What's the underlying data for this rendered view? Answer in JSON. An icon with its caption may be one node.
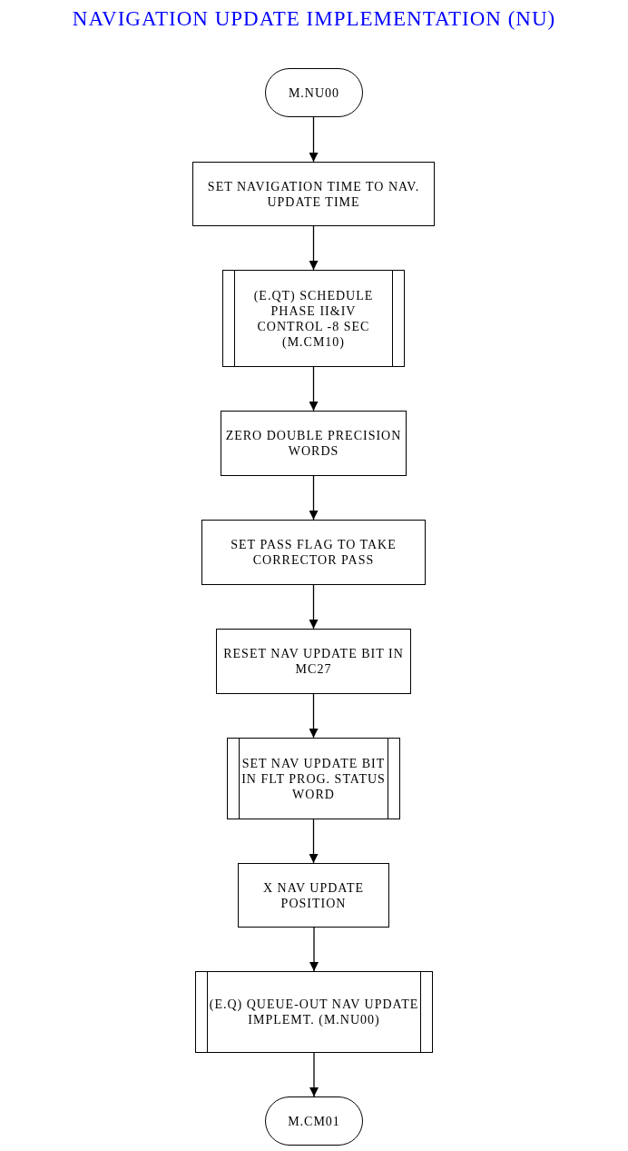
{
  "diagram": {
    "title": "NAVIGATION UPDATE IMPLEMENTATION (NU)",
    "nodes": [
      {
        "text": [
          "M.NU00"
        ]
      },
      {
        "text": [
          "SET NAVIGATION TIME TO NAV. UPDATE TIME"
        ]
      },
      {
        "text": [
          "(E.QT) SCHEDULE PHASE II&IV CONTROL -8 SEC (M.CM10)"
        ]
      },
      {
        "text": [
          "ZERO DOUBLE PRECISION WORDS"
        ]
      },
      {
        "text": [
          "SET PASS FLAG TO TAKE CORRECTOR PASS"
        ]
      },
      {
        "text": [
          "RESET NAV UPDATE BIT IN MC27"
        ]
      },
      {
        "text": [
          "SET NAV UPDATE BIT IN FLT PROG. STATUS WORD"
        ]
      },
      {
        "text": [
          "X NAV UPDATE POSITION"
        ]
      },
      {
        "text": [
          "(E.Q) QUEUE-OUT NAV UPDATE IMPLEMT. (M.NU00)"
        ]
      },
      {
        "text": [
          "M.CM01"
        ]
      }
    ],
    "edges": [
      {
        "from": 0,
        "to": 1,
        "arrow": "to"
      },
      {
        "from": 1,
        "to": 2,
        "arrow": "to"
      },
      {
        "from": 2,
        "to": 3,
        "arrow": "to"
      },
      {
        "from": 3,
        "to": 4,
        "arrow": "to"
      },
      {
        "from": 4,
        "to": 5,
        "arrow": "to"
      },
      {
        "from": 5,
        "to": 6,
        "arrow": "to"
      },
      {
        "from": 6,
        "to": 7,
        "arrow": "to"
      },
      {
        "from": 7,
        "to": 8,
        "arrow": "to"
      },
      {
        "from": 8,
        "to": 9,
        "arrow": "to"
      }
    ]
  }
}
